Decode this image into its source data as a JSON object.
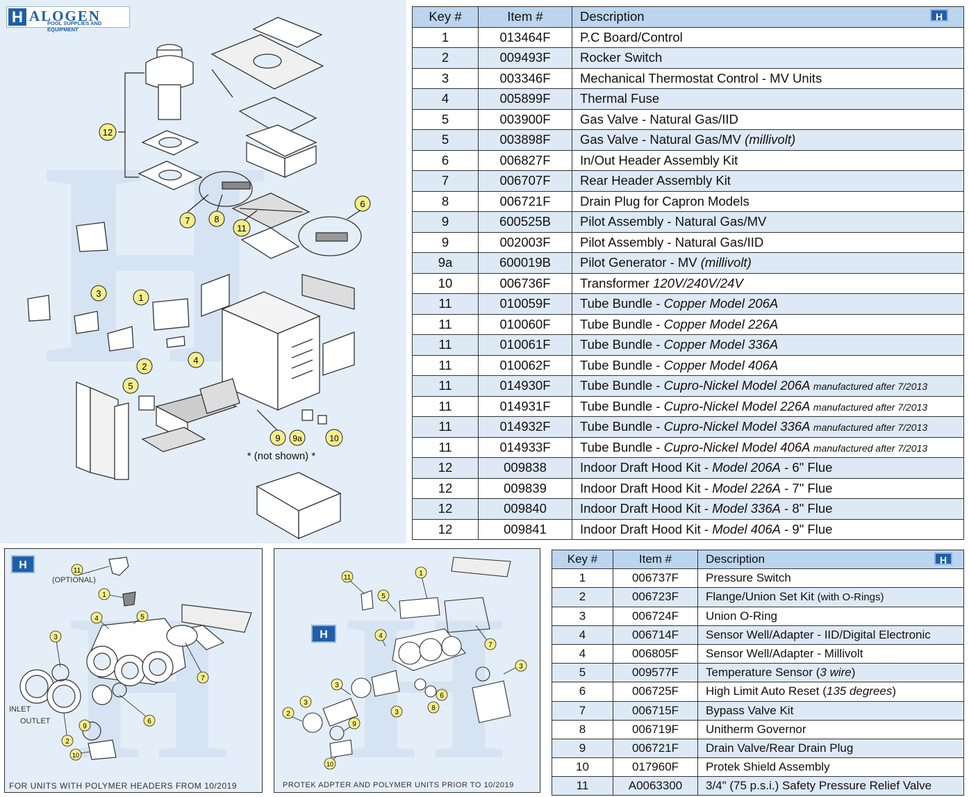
{
  "brand": {
    "name": "ALOGEN",
    "letter": "H",
    "subtitle": "POOL SUPPLIES AND EQUIPMENT"
  },
  "main_table": {
    "headers": {
      "key": "Key #",
      "item": "Item #",
      "description": "Description"
    },
    "rows": [
      {
        "key": "1",
        "item": "013464F",
        "desc": "P.C Board/Control",
        "note": "",
        "small": ""
      },
      {
        "key": "2",
        "item": "009493F",
        "desc": "Rocker Switch",
        "note": "",
        "small": ""
      },
      {
        "key": "3",
        "item": "003346F",
        "desc": "Mechanical Thermostat Control - MV Units",
        "note": "",
        "small": ""
      },
      {
        "key": "4",
        "item": "005899F",
        "desc": "Thermal Fuse",
        "note": "",
        "small": ""
      },
      {
        "key": "5",
        "item": "003900F",
        "desc": "Gas Valve - Natural Gas/IID",
        "note": "",
        "small": ""
      },
      {
        "key": "5",
        "item": "003898F",
        "desc": "Gas Valve - Natural Gas/MV ",
        "note": "(millivolt)",
        "small": ""
      },
      {
        "key": "6",
        "item": "006827F",
        "desc": "In/Out Header Assembly Kit",
        "note": "",
        "small": ""
      },
      {
        "key": "7",
        "item": "006707F",
        "desc": "Rear Header Assembly Kit",
        "note": "",
        "small": ""
      },
      {
        "key": "8",
        "item": "006721F",
        "desc": "Drain Plug for Capron Models",
        "note": "",
        "small": ""
      },
      {
        "key": "9",
        "item": "600525B",
        "desc": "Pilot Assembly - Natural Gas/MV",
        "note": "",
        "small": ""
      },
      {
        "key": "9",
        "item": "002003F",
        "desc": "Pilot Assembly - Natural Gas/IID",
        "note": "",
        "small": ""
      },
      {
        "key": "9a",
        "item": "600019B",
        "desc": "Pilot Generator - MV ",
        "note": "(millivolt)",
        "small": ""
      },
      {
        "key": "10",
        "item": "006736F",
        "desc": "Transformer ",
        "note": "120V/240V/24V",
        "small": ""
      },
      {
        "key": "11",
        "item": "010059F",
        "desc": "Tube Bundle - ",
        "note": "Copper Model 206A",
        "small": ""
      },
      {
        "key": "11",
        "item": "010060F",
        "desc": "Tube Bundle - ",
        "note": "Copper Model 226A",
        "small": ""
      },
      {
        "key": "11",
        "item": "010061F",
        "desc": "Tube Bundle - ",
        "note": "Copper Model 336A",
        "small": ""
      },
      {
        "key": "11",
        "item": "010062F",
        "desc": "Tube Bundle - ",
        "note": "Copper Model 406A",
        "small": ""
      },
      {
        "key": "11",
        "item": "014930F",
        "desc": "Tube Bundle - ",
        "note": "Cupro-Nickel Model 206A ",
        "small": "manufactured after 7/2013"
      },
      {
        "key": "11",
        "item": "014931F",
        "desc": "Tube Bundle - ",
        "note": "Cupro-Nickel Model 226A ",
        "small": "manufactured after 7/2013"
      },
      {
        "key": "11",
        "item": "014932F",
        "desc": "Tube Bundle - ",
        "note": "Cupro-Nickel Model 336A ",
        "small": "manufactured after 7/2013"
      },
      {
        "key": "11",
        "item": "014933F",
        "desc": "Tube Bundle - ",
        "note": "Cupro-Nickel Model 406A ",
        "small": "manufactured after 7/2013"
      },
      {
        "key": "12",
        "item": "009838",
        "desc": "Indoor Draft Hood Kit - ",
        "note": "Model 206A",
        "small": "",
        "tail": " - 6\" Flue"
      },
      {
        "key": "12",
        "item": "009839",
        "desc": "Indoor Draft Hood Kit - ",
        "note": "Model 226A",
        "small": "",
        "tail": " - 7\" Flue"
      },
      {
        "key": "12",
        "item": "009840",
        "desc": "Indoor Draft Hood Kit - ",
        "note": "Model 336A",
        "small": "",
        "tail": " - 8\" Flue"
      },
      {
        "key": "12",
        "item": "009841",
        "desc": "Indoor Draft Hood Kit - ",
        "note": "Model 406A",
        "small": "",
        "tail": " - 9\" Flue"
      }
    ]
  },
  "small_table": {
    "headers": {
      "key": "Key #",
      "item": "Item #",
      "description": "Description"
    },
    "rows": [
      {
        "key": "1",
        "item": "006737F",
        "desc": "Pressure Switch",
        "note": "",
        "tail": ""
      },
      {
        "key": "2",
        "item": "006723F",
        "desc": "Flange/Union Set Kit ",
        "note": "",
        "tail": "(with O-Rings)",
        "tail_small": true
      },
      {
        "key": "3",
        "item": "006724F",
        "desc": "Union O-Ring",
        "note": "",
        "tail": ""
      },
      {
        "key": "4",
        "item": "006714F",
        "desc": "Sensor Well/Adapter - IID/Digital Electronic",
        "note": "",
        "tail": ""
      },
      {
        "key": "4",
        "item": "006805F",
        "desc": "Sensor Well/Adapter - Millivolt",
        "note": "",
        "tail": ""
      },
      {
        "key": "5",
        "item": "009577F",
        "desc": "Temperature Sensor (",
        "note": "3 wire",
        "tail": ")"
      },
      {
        "key": "6",
        "item": "006725F",
        "desc": "High Limit Auto Reset (",
        "note": "135 degrees",
        "tail": ")"
      },
      {
        "key": "7",
        "item": "006715F",
        "desc": "Bypass Valve Kit",
        "note": "",
        "tail": ""
      },
      {
        "key": "8",
        "item": "006719F",
        "desc": "Unitherm Governor",
        "note": "",
        "tail": ""
      },
      {
        "key": "9",
        "item": "006721F",
        "desc": "Drain Valve/Rear Drain Plug",
        "note": "",
        "tail": ""
      },
      {
        "key": "10",
        "item": "017960F",
        "desc": "Protek Shield Assembly",
        "note": "",
        "tail": ""
      },
      {
        "key": "11",
        "item": "A0063300",
        "desc": "3/4\" (75 p.s.i.) Safety Pressure Relief Valve",
        "note": "",
        "tail": ""
      }
    ]
  },
  "main_diagram": {
    "callouts": [
      "1",
      "2",
      "3",
      "4",
      "5",
      "6",
      "7",
      "8",
      "9",
      "9a",
      "10",
      "11",
      "12"
    ],
    "not_shown_note": "* (not shown) *"
  },
  "left_diagram": {
    "callouts": [
      "1",
      "2",
      "3",
      "4",
      "5",
      "6",
      "7",
      "9",
      "10",
      "11"
    ],
    "labels": {
      "optional": "(OPTIONAL)",
      "inlet": "INLET",
      "outlet": "OUTLET"
    },
    "caption": "FOR UNITS WITH POLYMER HEADERS FROM 10/2019"
  },
  "right_diagram": {
    "callouts": [
      "1",
      "2",
      "3",
      "3",
      "3",
      "3",
      "4",
      "5",
      "6",
      "7",
      "8",
      "9",
      "10",
      "11"
    ],
    "caption": "PROTEK ADPTER AND POLYMER UNITS PRIOR TO 10/2019"
  },
  "colors": {
    "callout_fill": "#f5ee8c",
    "panel_bg": "#e4eef8",
    "header_bg": "#bcd5ee",
    "alt_row": "#dde9f5",
    "brand_blue": "#1f5fa8"
  }
}
